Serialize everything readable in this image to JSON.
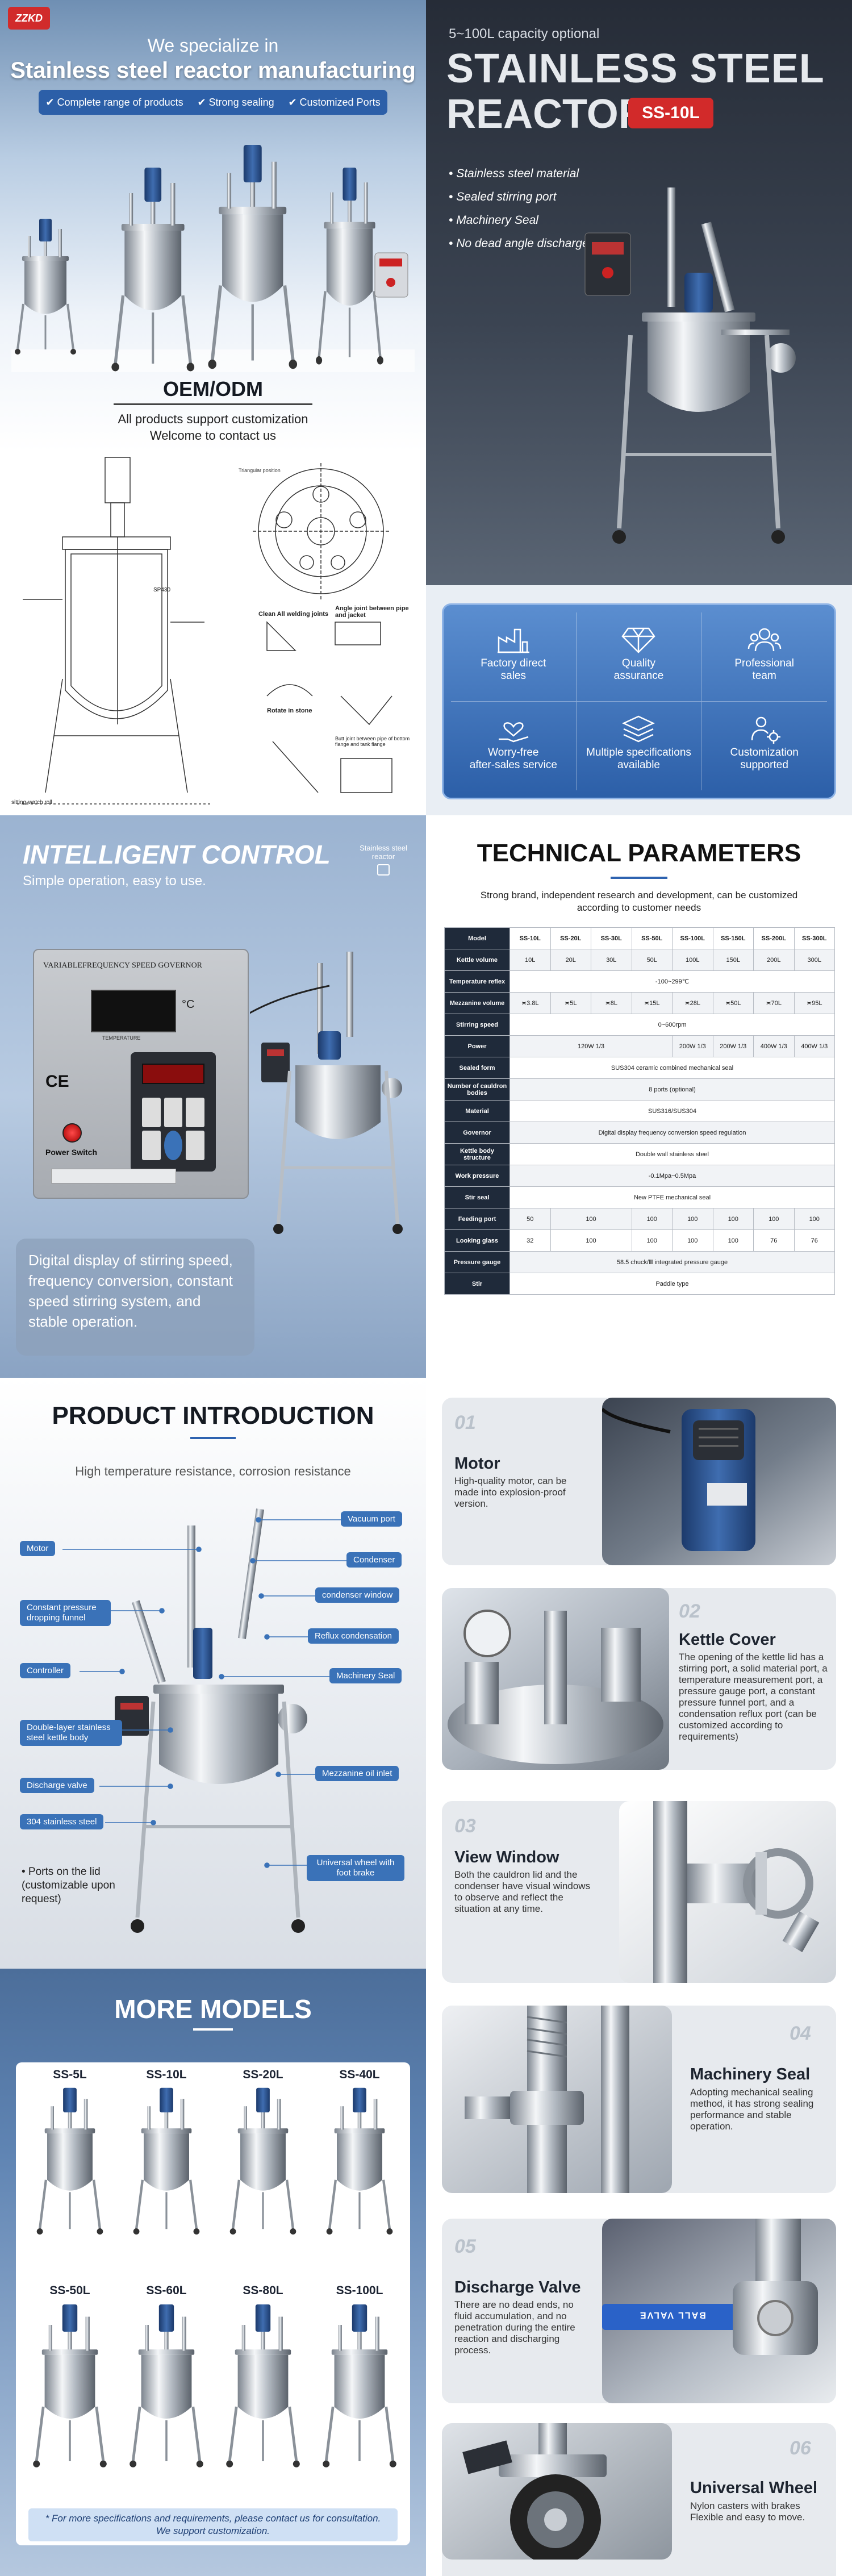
{
  "brand": {
    "logo_text": "ZZKD"
  },
  "hero_left": {
    "title_line1": "We specialize in",
    "title_line2": "Stainless steel reactor manufacturing",
    "badges": [
      "Complete range of products",
      "Strong sealing",
      "Customized Ports"
    ],
    "oem_title": "OEM/ODM",
    "oem_line1": "All products support customization",
    "oem_line2": "Welcome to contact us"
  },
  "hero_right": {
    "capacity": "5~100L capacity optional",
    "title_line1": "STAINLESS STEEL",
    "title_line2": "REACTOR",
    "model_badge": "SS-10L",
    "features": [
      "Stainless steel material",
      "Sealed stirring port",
      "Machinery Seal",
      "No dead angle discharge valve"
    ]
  },
  "advantages": [
    {
      "icon": "factory-icon",
      "line1": "Factory direct",
      "line2": "sales"
    },
    {
      "icon": "diamond-icon",
      "line1": "Quality",
      "line2": "assurance"
    },
    {
      "icon": "team-icon",
      "line1": "Professional",
      "line2": "team"
    },
    {
      "icon": "heart-hand-icon",
      "line1": "Worry-free",
      "line2": "after-sales service"
    },
    {
      "icon": "layers-icon",
      "line1": "Multiple specifications",
      "line2": "available"
    },
    {
      "icon": "gear-person-icon",
      "line1": "Customization",
      "line2": "supported"
    }
  ],
  "drawing": {
    "labels": [
      "Triangular position",
      "Clean All welding joints",
      "Angle joint between pipe and jacket",
      "Rotate in stone",
      "Butt joint between pipe of bottom flange and tank flange",
      "sitting-watch roll",
      "SP430"
    ]
  },
  "control": {
    "title": "INTELLIGENT CONTROL",
    "subtitle": "Simple operation, easy to use.",
    "tag_line1": "Stainless steel",
    "tag_line2": "reactor",
    "panel_label": "VARIABLEFREQUENCY SPEED GOVERNOR",
    "temp_label": "TEMPERATURE",
    "temp_unit": "°C",
    "ce": "CE",
    "power_label": "Power Switch",
    "desc": "Digital display of stirring speed, frequency conversion, constant speed stirring system, and stable operation."
  },
  "tech": {
    "title": "TECHNICAL PARAMETERS",
    "subtitle": "Strong brand, independent research and development, can be customized according to customer needs",
    "header": [
      "Model",
      "SS-10L",
      "SS-20L",
      "SS-30L",
      "SS-50L",
      "SS-100L",
      "SS-150L",
      "SS-200L",
      "SS-300L"
    ],
    "rows": [
      {
        "label": "Kettle volume",
        "cells": [
          "10L",
          "20L",
          "30L",
          "50L",
          "100L",
          "150L",
          "200L",
          "300L"
        ]
      },
      {
        "label": "Temperature reflex",
        "span": "-100~299℃"
      },
      {
        "label": "Mezzanine volume",
        "cells": [
          "≍3.8L",
          "≍5L",
          "≍8L",
          "≍15L",
          "≍28L",
          "≍50L",
          "≍70L",
          "≍95L"
        ]
      },
      {
        "label": "Stirring speed",
        "span": "0~600rpm"
      },
      {
        "label": "Power",
        "groups": [
          {
            "text": "120W 1/3",
            "span": 4
          },
          {
            "text": "200W 1/3",
            "span": 1
          },
          {
            "text": "200W 1/3",
            "span": 1
          },
          {
            "text": "400W 1/3",
            "span": 1
          },
          {
            "text": "400W 1/3",
            "span": 1
          }
        ]
      },
      {
        "label": "Sealed form",
        "span": "SUS304 ceramic combined mechanical seal"
      },
      {
        "label": "Number of cauldron bodies",
        "span": "8 ports (optional)"
      },
      {
        "label": "Material",
        "span": "SUS316/SUS304"
      },
      {
        "label": "Governor",
        "span": "Digital display frequency conversion speed regulation"
      },
      {
        "label": "Kettle body structure",
        "span": "Double wall stainless steel"
      },
      {
        "label": "Work pressure",
        "span": "-0.1Mpa~0.5Mpa"
      },
      {
        "label": "Stir seal",
        "span": "New PTFE mechanical seal"
      },
      {
        "label": "Feeding port",
        "cells": [
          "50",
          "",
          "100",
          "100",
          "100",
          "100",
          "100"
        ],
        "groups": [
          {
            "text": "50",
            "span": 1
          },
          {
            "text": "100",
            "span": 2
          },
          {
            "text": "100",
            "span": 1
          },
          {
            "text": "100",
            "span": 1
          },
          {
            "text": "100",
            "span": 1
          },
          {
            "text": "100",
            "span": 1
          },
          {
            "text": "100",
            "span": 1
          }
        ]
      },
      {
        "label": "Looking glass",
        "groups": [
          {
            "text": "32",
            "span": 1
          },
          {
            "text": "100",
            "span": 2
          },
          {
            "text": "100",
            "span": 1
          },
          {
            "text": "100",
            "span": 1
          },
          {
            "text": "100",
            "span": 1
          },
          {
            "text": "76",
            "span": 1
          },
          {
            "text": "76",
            "span": 1
          }
        ]
      },
      {
        "label": "Pressure gauge",
        "span": "58.5 chuck/Ⅲ integrated pressure gauge"
      },
      {
        "label": "Stir",
        "span": "Paddle type"
      }
    ]
  },
  "product_intro": {
    "title": "PRODUCT INTRODUCTION",
    "subtitle": "High temperature resistance, corrosion resistance",
    "left_labels": [
      "Motor",
      "Constant pressure dropping funnel",
      "Controller",
      "Double-layer stainless steel kettle body",
      "Discharge valve",
      "304 stainless steel"
    ],
    "right_labels": [
      "Vacuum port",
      "Condenser",
      "condenser window",
      "Reflux condensation",
      "Machinery Seal",
      "Mezzanine oil inlet",
      "Universal wheel with foot brake"
    ],
    "note": "• Ports on the lid (customizable upon request)"
  },
  "more_models": {
    "title": "MORE MODELS",
    "models": [
      "SS-5L",
      "SS-10L",
      "SS-20L",
      "SS-40L",
      "SS-50L",
      "SS-60L",
      "SS-80L",
      "SS-100L"
    ],
    "note_line1": "* For more specifications and requirements, please contact us for consultation.",
    "note_line2": "We support customization."
  },
  "features_detail": [
    {
      "num": "01",
      "title": "Motor",
      "desc": "High-quality motor, can be made into explosion-proof version."
    },
    {
      "num": "02",
      "title": "Kettle Cover",
      "desc": "The opening of the kettle lid has a stirring port, a solid material port, a temperature measurement port, a pressure gauge port, a constant pressure funnel port, and a condensation reflux port (can be customized according to requirements)"
    },
    {
      "num": "03",
      "title": "View Window",
      "desc": "Both the cauldron lid and the condenser have visual windows to observe and reflect the situation at any time."
    },
    {
      "num": "04",
      "title": "Machinery Seal",
      "desc": "Adopting mechanical sealing method, it has strong sealing performance and stable operation."
    },
    {
      "num": "05",
      "title": "Discharge Valve",
      "desc": "There are no dead ends, no fluid accumulation, and no penetration during the entire reaction and discharging process."
    },
    {
      "num": "06",
      "title": "Universal Wheel",
      "desc": "Nylon casters with brakes Flexible and easy to move."
    }
  ],
  "valve_label": "BALL VALVE",
  "colors": {
    "accent": "#2e63b0",
    "dark": "#232a35",
    "red": "#d22a2a"
  }
}
